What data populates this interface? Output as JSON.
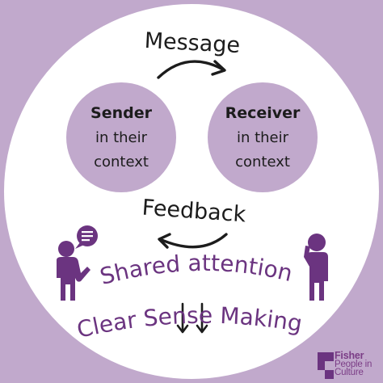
{
  "diagram": {
    "message_label": "Message",
    "feedback_label": "Feedback",
    "sender": {
      "title": "Sender",
      "line2": "in their",
      "line3": "context"
    },
    "receiver": {
      "title": "Receiver",
      "line2": "in their",
      "line3": "context"
    },
    "shared_label": "Shared attention",
    "clear_label": "Clear Sense Making"
  },
  "brand": {
    "name_line1": "Fisher",
    "name_line2": "People in",
    "name_line3": "Culture"
  },
  "colors": {
    "background": "#c1a9cc",
    "circle": "#ffffff",
    "node": "#c1a9cc",
    "accent": "#6b3480",
    "text": "#1c1c1c"
  },
  "icons": [
    "person-speaking-icon",
    "speech-bubble-icon",
    "person-thinking-icon",
    "arrow-right-icon",
    "arrow-left-icon",
    "double-down-arrow-icon",
    "brand-logo-icon"
  ]
}
